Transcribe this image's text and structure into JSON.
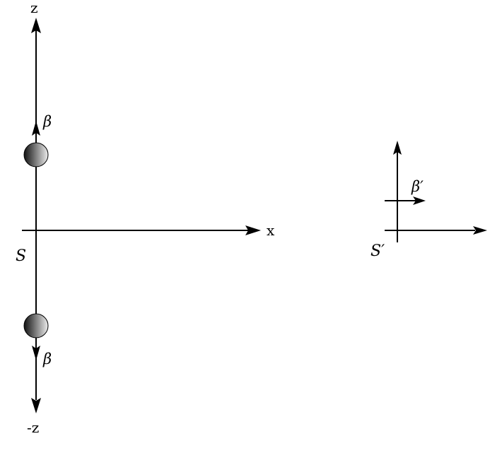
{
  "diagram": {
    "frame_s": {
      "label": "S",
      "axes": {
        "z_label": "z",
        "neg_z_label": "-z",
        "x_label": "x"
      },
      "particles": [
        {
          "position": "upper",
          "velocity_label": "β",
          "direction": "+z"
        },
        {
          "position": "lower",
          "velocity_label": "β",
          "direction": "-z"
        }
      ]
    },
    "frame_s_prime": {
      "label": "S′",
      "velocity_label": "β′",
      "direction": "+x"
    },
    "colors": {
      "stroke": "#000000",
      "sphere_dark": "#1a1a1a",
      "sphere_light": "#e6e6e6",
      "background": "#ffffff"
    }
  }
}
